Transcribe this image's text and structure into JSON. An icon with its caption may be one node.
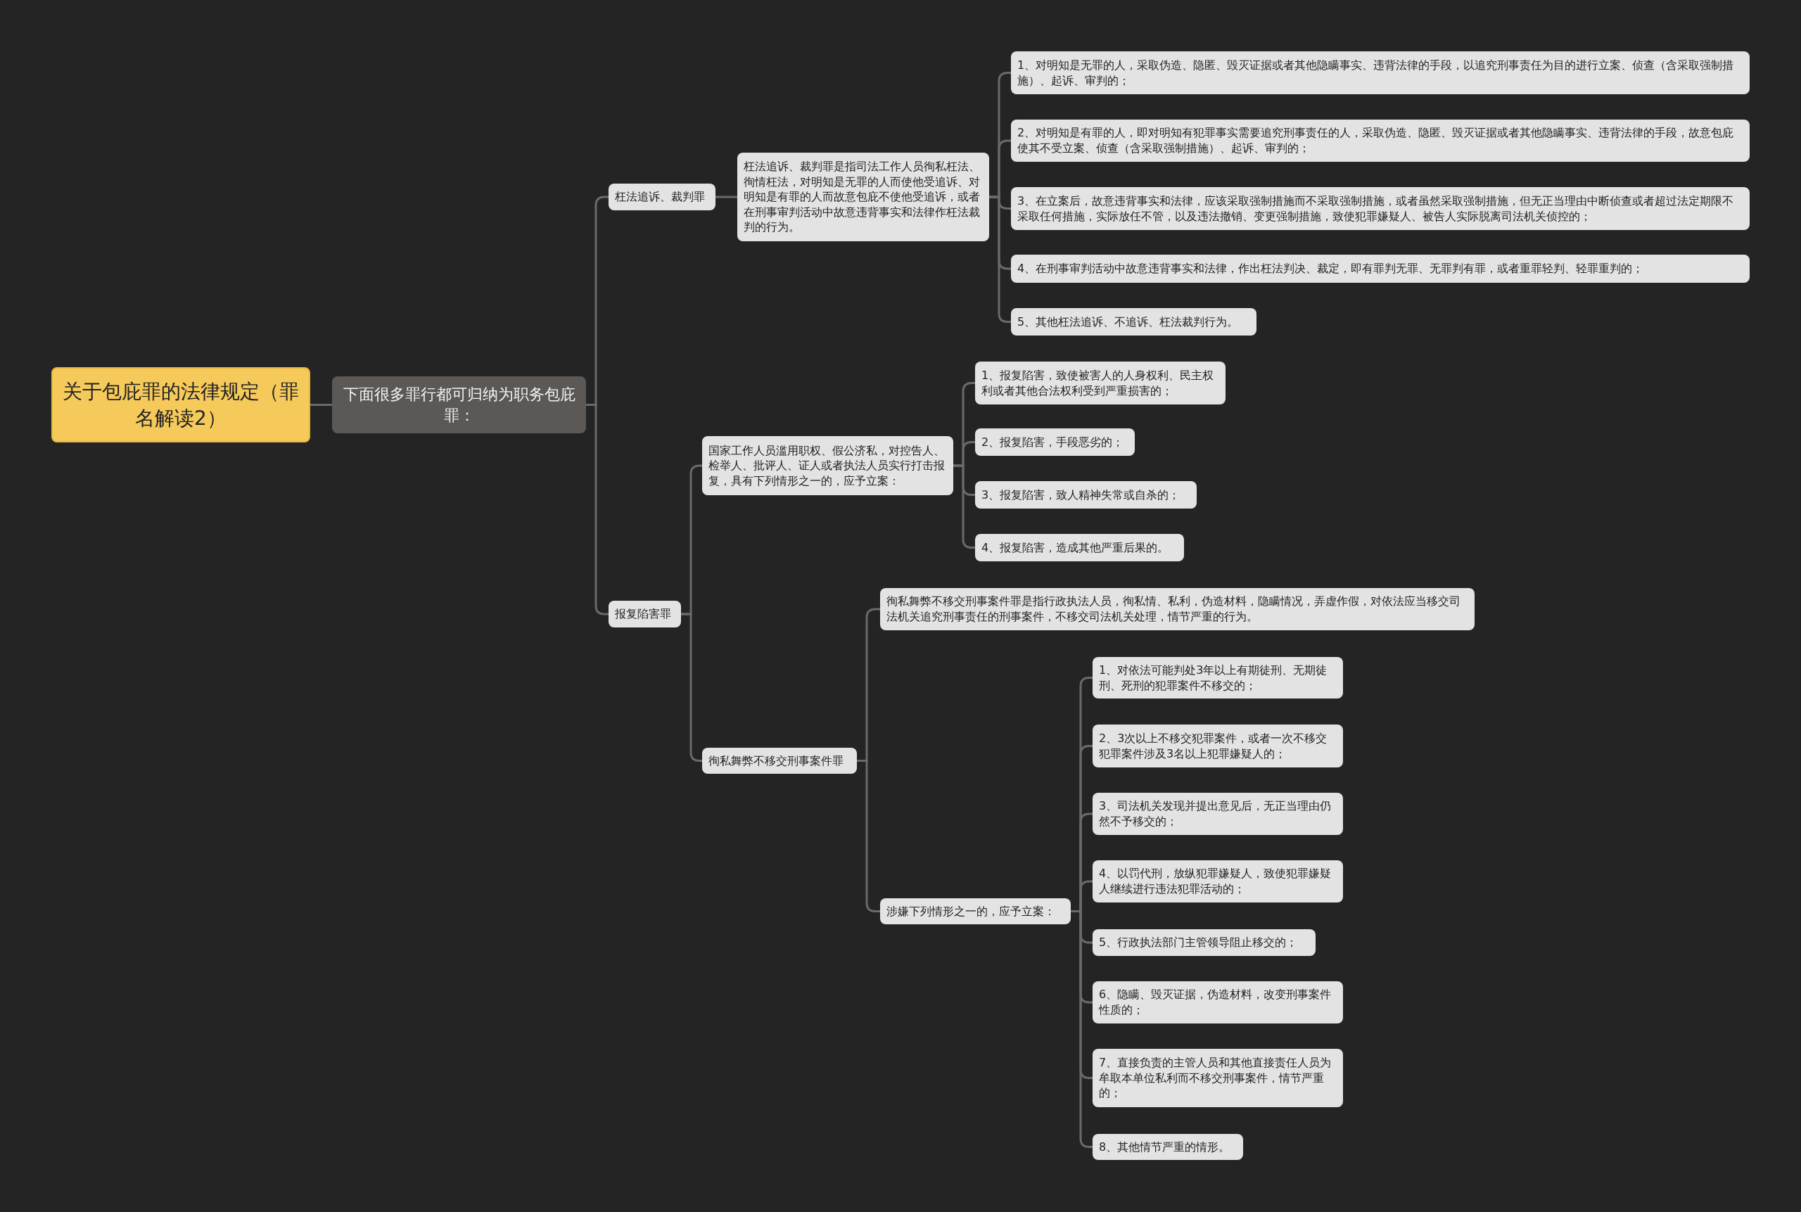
{
  "diagram": {
    "nodes": [
      {
        "text": [
          "关于包庇罪的法律规定（罪名解读2）"
        ]
      },
      {
        "text": [
          "下面很多罪行都可归纳为职务包庇罪："
        ]
      },
      {
        "text": [
          "枉法追诉、裁判罪"
        ]
      },
      {
        "text": [
          "枉法追诉、裁判罪是指司法工作人员徇私枉法、徇情枉法，对明知是无罪的人而使他受追诉、对明知是有罪的人而故意包庇不使他受追诉，或者在刑事审判活动中故意违背事实和法律作枉法裁判的行为。"
        ]
      },
      {
        "text": [
          "1、对明知是无罪的人，采取伪造、隐匿、毁灭证据或者其他隐瞒事实、违背法律的手段，以追究刑事责任为目的进行立案、侦查（含采取强制措施）、起诉、审判的；"
        ]
      },
      {
        "text": [
          "2、对明知是有罪的人，即对明知有犯罪事实需要追究刑事责任的人，采取伪造、隐匿、毁灭证据或者其他隐瞒事实、违背法律的手段，故意包庇使其不受立案、侦查（含采取强制措施）、起诉、审判的；"
        ]
      },
      {
        "text": [
          "3、在立案后，故意违背事实和法律，应该采取强制措施而不采取强制措施，或者虽然采取强制措施，但无正当理由中断侦查或者超过法定期限不采取任何措施，实际放任不管，以及违法撤销、变更强制措施，致使犯罪嫌疑人、被告人实际脱离司法机关侦控的；"
        ]
      },
      {
        "text": [
          "4、在刑事审判活动中故意违背事实和法律，作出枉法判决、裁定，即有罪判无罪、无罪判有罪，或者重罪轻判、轻罪重判的；"
        ]
      },
      {
        "text": [
          "5、其他枉法追诉、不追诉、枉法裁判行为。"
        ]
      },
      {
        "text": [
          "报复陷害罪"
        ]
      },
      {
        "text": [
          "国家工作人员滥用职权、假公济私，对控告人、检举人、批评人、证人或者执法人员实行打击报复，具有下列情形之一的，应予立案："
        ]
      },
      {
        "text": [
          "1、报复陷害，致使被害人的人身权利、民主权利或者其他合法权利受到严重损害的；"
        ]
      },
      {
        "text": [
          "2、报复陷害，手段恶劣的；"
        ]
      },
      {
        "text": [
          "3、报复陷害，致人精神失常或自杀的；"
        ]
      },
      {
        "text": [
          "4、报复陷害，造成其他严重后果的。"
        ]
      },
      {
        "text": [
          "徇私舞弊不移交刑事案件罪"
        ]
      },
      {
        "text": [
          "徇私舞弊不移交刑事案件罪是指行政执法人员，徇私情、私利，伪造材料，隐瞒情况，弄虚作假，对依法应当移交司法机关追究刑事责任的刑事案件，不移交司法机关处理，情节严重的行为。"
        ]
      },
      {
        "text": [
          "涉嫌下列情形之一的，应予立案："
        ]
      },
      {
        "text": [
          "1、对依法可能判处3年以上有期徒刑、无期徒刑、死刑的犯罪案件不移交的；"
        ]
      },
      {
        "text": [
          "2、3次以上不移交犯罪案件，或者一次不移交犯罪案件涉及3名以上犯罪嫌疑人的；"
        ]
      },
      {
        "text": [
          "3、司法机关发现并提出意见后，无正当理由仍然不予移交的；"
        ]
      },
      {
        "text": [
          "4、以罚代刑，放纵犯罪嫌疑人，致使犯罪嫌疑人继续进行违法犯罪活动的；"
        ]
      },
      {
        "text": [
          "5、行政执法部门主管领导阻止移交的；"
        ]
      },
      {
        "text": [
          "6、隐瞒、毁灭证据，伪造材料，改变刑事案件性质的；"
        ]
      },
      {
        "text": [
          "7、直接负责的主管人员和其他直接责任人员为牟取本单位私利而不移交刑事案件，情节严重的；"
        ]
      },
      {
        "text": [
          "8、其他情节严重的情形。"
        ]
      }
    ],
    "edges": [
      {
        "from": 0,
        "to": 1,
        "arrow": "none"
      },
      {
        "from": 1,
        "to": 2,
        "arrow": "none"
      },
      {
        "from": 2,
        "to": 3,
        "arrow": "none"
      },
      {
        "from": 3,
        "to": 4,
        "arrow": "none"
      },
      {
        "from": 3,
        "to": 5,
        "arrow": "none"
      },
      {
        "from": 3,
        "to": 6,
        "arrow": "none"
      },
      {
        "from": 3,
        "to": 7,
        "arrow": "none"
      },
      {
        "from": 3,
        "to": 8,
        "arrow": "none"
      },
      {
        "from": 1,
        "to": 9,
        "arrow": "none"
      },
      {
        "from": 9,
        "to": 10,
        "arrow": "none"
      },
      {
        "from": 10,
        "to": 11,
        "arrow": "none"
      },
      {
        "from": 10,
        "to": 12,
        "arrow": "none"
      },
      {
        "from": 10,
        "to": 13,
        "arrow": "none"
      },
      {
        "from": 10,
        "to": 14,
        "arrow": "none"
      },
      {
        "from": 9,
        "to": 15,
        "arrow": "none"
      },
      {
        "from": 15,
        "to": 16,
        "arrow": "none"
      },
      {
        "from": 15,
        "to": 17,
        "arrow": "none"
      },
      {
        "from": 17,
        "to": 18,
        "arrow": "none"
      },
      {
        "from": 17,
        "to": 19,
        "arrow": "none"
      },
      {
        "from": 17,
        "to": 20,
        "arrow": "none"
      },
      {
        "from": 17,
        "to": 21,
        "arrow": "none"
      },
      {
        "from": 17,
        "to": 22,
        "arrow": "none"
      },
      {
        "from": 17,
        "to": 23,
        "arrow": "none"
      },
      {
        "from": 17,
        "to": 24,
        "arrow": "none"
      },
      {
        "from": 17,
        "to": 25,
        "arrow": "none"
      }
    ]
  }
}
